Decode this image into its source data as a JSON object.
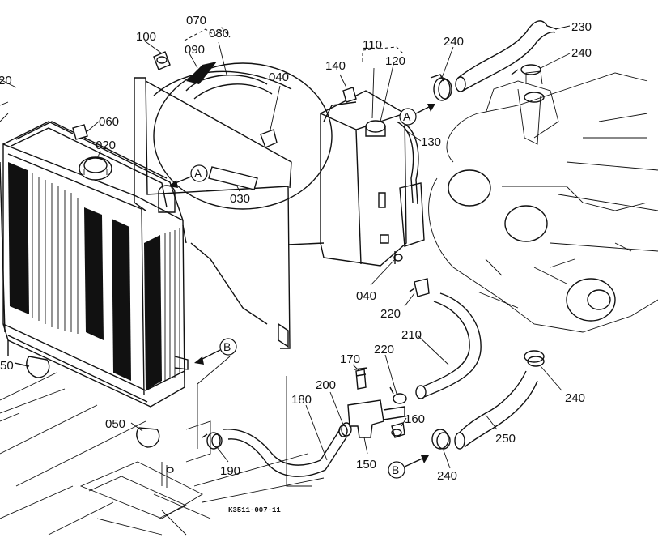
{
  "labels": {
    "p020a": "20",
    "p070": "070",
    "p080": "080",
    "p100": "100",
    "p090": "090",
    "p040a": "040",
    "p110": "110",
    "p140": "140",
    "p120": "120",
    "p240a": "240",
    "p230": "230",
    "p240b": "240",
    "p060": "060",
    "p020": "020",
    "p030": "030",
    "p130": "130",
    "p040b": "040",
    "p220a": "220",
    "p210": "210",
    "p050a": "50",
    "p170": "170",
    "p220b": "220",
    "p240c": "240",
    "p180": "180",
    "p200": "200",
    "p050b": "050",
    "p160": "160",
    "p250": "250",
    "p190": "190",
    "p150": "150",
    "p240d": "240"
  },
  "refs": {
    "a1": "A",
    "a2": "A",
    "b1": "B",
    "b2": "B"
  },
  "drawing_code": "K3511-007-11"
}
